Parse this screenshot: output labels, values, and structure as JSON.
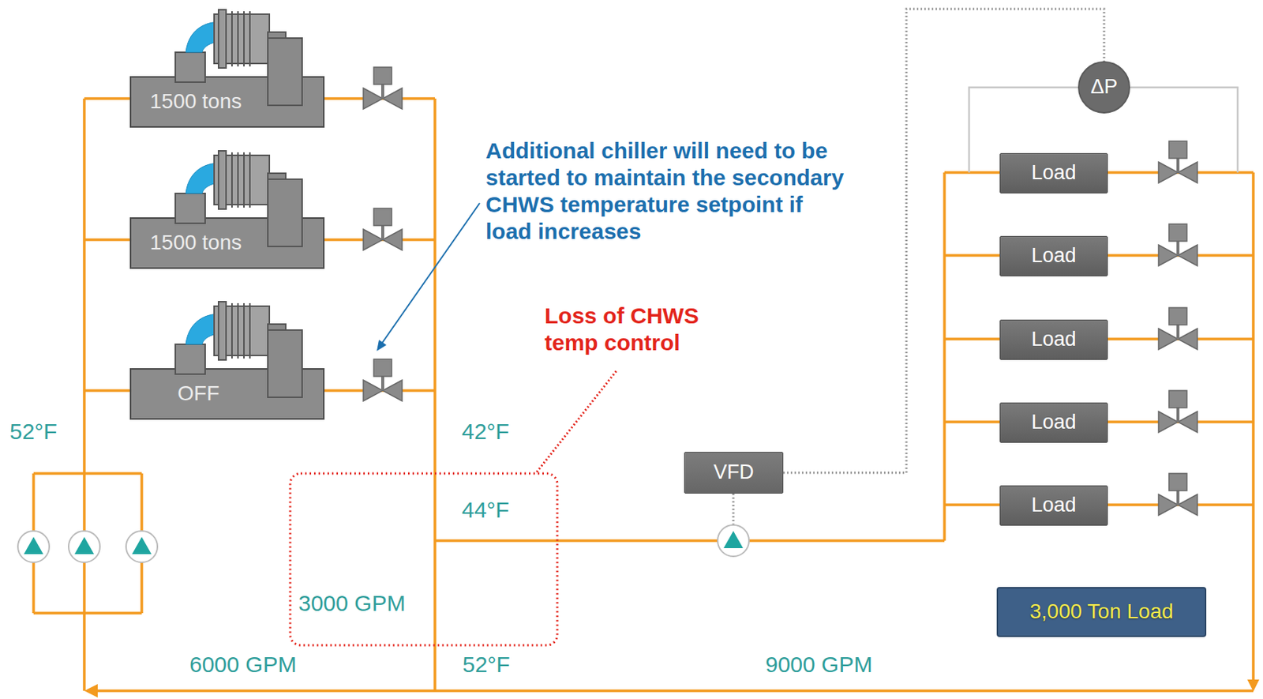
{
  "diagram": {
    "nodes": [
      {
        "text": [
          "1500 tons"
        ]
      },
      {
        "text": [
          "1500 tons"
        ]
      },
      {
        "text": [
          "OFF"
        ]
      },
      {
        "text": [
          "ΔP"
        ]
      },
      {
        "text": [
          "Load"
        ]
      },
      {
        "text": [
          "Load"
        ]
      },
      {
        "text": [
          "Load"
        ]
      },
      {
        "text": [
          "Load"
        ]
      },
      {
        "text": [
          "Load"
        ]
      },
      {
        "text": [
          "VFD"
        ]
      },
      {
        "text": [
          "3,000 Ton Load"
        ]
      }
    ],
    "edges": [
      {
        "from": 9,
        "to": 3,
        "arrow": "none"
      }
    ],
    "labels": [
      "Additional chiller will need to be started to maintain the secondary CHWS temperature setpoint if load increases",
      "Loss of CHWS temp control",
      "52°F",
      "42°F",
      "44°F",
      "3000 GPM",
      "6000 GPM",
      "52°F",
      "9000 GPM"
    ]
  }
}
